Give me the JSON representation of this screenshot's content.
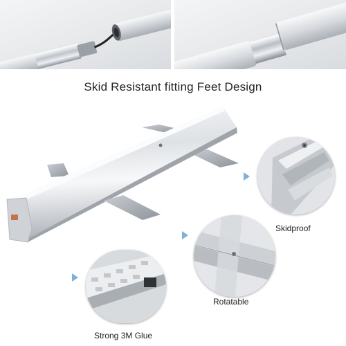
{
  "headline": "Skid Resistant fitting Feet Design",
  "features": {
    "skidproof": "Skidproof",
    "rotatable": "Rotatable",
    "glue": "Strong 3M Glue"
  },
  "colors": {
    "aluminum": "#d3d6da",
    "pointer": "#7fb1d8",
    "text": "#222222"
  }
}
